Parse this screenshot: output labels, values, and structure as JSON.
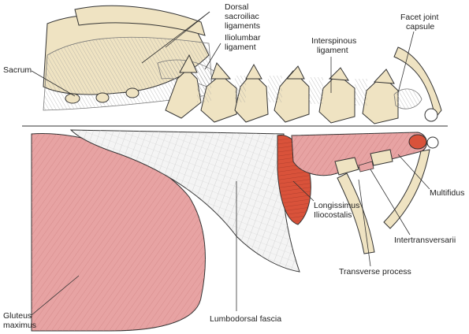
{
  "labels": {
    "dorsal_sacroiliac_1": "Dorsal",
    "dorsal_sacroiliac_2": "sacroiliac",
    "dorsal_sacroiliac_3": "ligaments",
    "iliolumbar_1": "Iliolumbar",
    "iliolumbar_2": "ligament",
    "sacrum": "Sacrum",
    "interspinous_1": "Interspinous",
    "interspinous_2": "ligament",
    "facet_joint_1": "Facet joint",
    "facet_joint_2": "capsule",
    "longissimus": "Longissimus",
    "iliocostalis": "Iliocostalis",
    "multifidus": "Multifidus",
    "intertransversarii": "Intertransversarii",
    "transverse_process": "Transverse process",
    "gluteus_1": "Gluteus",
    "gluteus_2": "maximus",
    "lumbodorsal_fascia": "Lumbodorsal fascia"
  },
  "colors": {
    "bone": "#efe3c2",
    "bone_outline": "#333333",
    "muscle_pink": "#e7a3a3",
    "muscle_red": "#d9523a",
    "fascia": "#f4f4f4",
    "ligament": "#8a8a8a"
  }
}
